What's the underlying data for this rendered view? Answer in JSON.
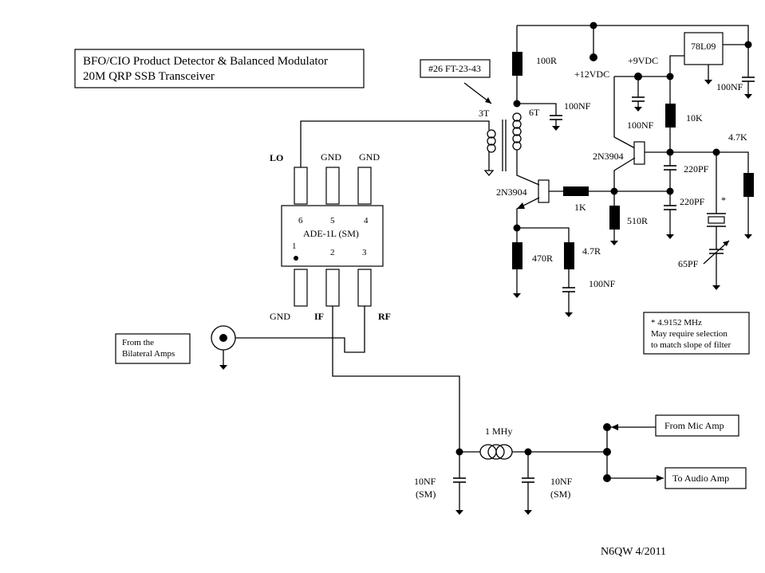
{
  "title": {
    "line1": "BFO/CIO Product Detector & Balanced Modulator",
    "line2": "20M QRP SSB Transceiver"
  },
  "footer": "N6QW 4/2011",
  "mixer": {
    "part": "ADE-1L (SM)",
    "pin_numbers": {
      "p6": "6",
      "p5": "5",
      "p4": "4",
      "p1": "1",
      "p2": "2",
      "p3": "3"
    },
    "pin_labels": {
      "lo": "LO",
      "gnd_top_1": "GND",
      "gnd_top_2": "GND",
      "gnd_bottom": "GND",
      "if": "IF",
      "rf": "RF"
    }
  },
  "notes": {
    "bilateral": {
      "line1": "From the",
      "line2": "Bilateral Amps"
    },
    "crystal": {
      "line1": "* 4.9152 MHz",
      "line2": "May require selection",
      "line3": "to match slope of filter"
    },
    "mic_amp": "From Mic Amp",
    "audio_amp": "To Audio Amp"
  },
  "components": {
    "toroid": "#26 FT-23-43",
    "winding_primary": "3T",
    "winding_secondary": "6T",
    "r_100": "100R",
    "supply_12": "+12VDC",
    "supply_9": "+9VDC",
    "regulator": "78L09",
    "c_reg_out": "100NF",
    "c_xfmr": "100NF",
    "c_9v": "100NF",
    "r_10k": "10K",
    "r_4k7_right": "4.7K",
    "q_osc": "2N3904",
    "q_buffer": "2N3904",
    "c_220_1": "220PF",
    "c_220_2": "220PF",
    "xtal_mark": "*",
    "r_1k": "1K",
    "r_510": "510R",
    "c_65": "65PF",
    "r_470": "470R",
    "r_4r7": "4.7R",
    "c_emitter": "100NF",
    "inductor": "1 MHy",
    "c_10nf_left": {
      "value": "10NF",
      "pkg": "(SM)"
    },
    "c_10nf_right": {
      "value": "10NF",
      "pkg": "(SM)"
    }
  }
}
